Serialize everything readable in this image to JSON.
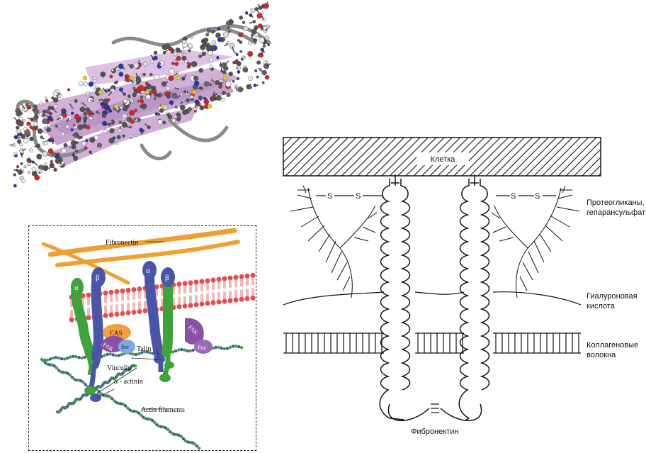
{
  "protein": {},
  "adhesion": {
    "labels": {
      "fibronectin": "Fibronectin",
      "alpha1": "α",
      "beta1": "β",
      "alpha2": "α",
      "beta2": "β",
      "cas": "CAS",
      "fak1": "FAK",
      "src": "Src",
      "talin": "Talin",
      "fak2": "FAK",
      "pax": "Pax",
      "vinculin": "Vinculin",
      "alpha_actinin": "α - actinin",
      "actin": "Actin filaments"
    }
  },
  "schema": {
    "labels": {
      "cell": "Клетка",
      "ss_left_1": "S",
      "ss_left_2": "S",
      "ss_right_1": "S",
      "ss_right_2": "S",
      "proteoglycans_line1": "Протеогликаны,",
      "proteoglycans_line2": "гепарансульфаты",
      "hyaluronic_line1": "Гиалуроновая",
      "hyaluronic_line2": "кислота",
      "collagen_line1": "Коллагеновые",
      "collagen_line2": "волокна",
      "fibronectin": "Фибронектин"
    }
  },
  "colors": {
    "beta_integrin": "#4a55a8",
    "alpha_integrin": "#3ea33a",
    "fibronectin_fiber": "#f0a030",
    "membrane": "#e05050",
    "fak": "#8a4fa6",
    "cas": "#f3a040",
    "src": "#80a8e0",
    "sheet": "#c9a3d4"
  }
}
